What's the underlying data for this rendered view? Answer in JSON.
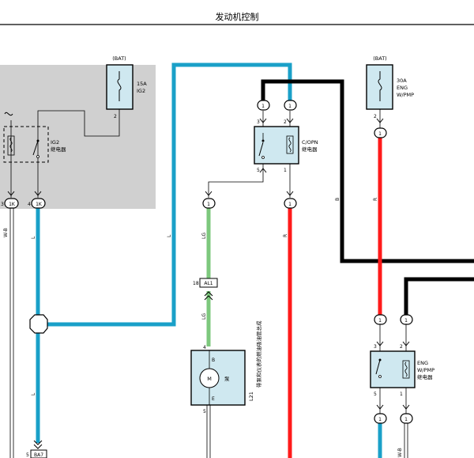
{
  "header": {
    "title": "发动机控制"
  },
  "labels": {
    "bat_left": "(BAT)",
    "bat_right": "(BAT)",
    "fuse_15a_amp": "15A",
    "fuse_15a_name": "IG2",
    "fuse_30a_amp": "30A",
    "fuse_30a_name1": "ENG",
    "fuse_30a_name2": "W/PMP",
    "relay_ig2_name": "IG2",
    "relay_ig2_sub": "继电器",
    "relay_copn_name": "C/OPN",
    "relay_copn_sub": "继电器",
    "relay_eng_name1": "ENG",
    "relay_eng_name2": "W/PMP",
    "relay_eng_sub": "继电器",
    "pump_label": "泵",
    "motor_m": "M",
    "motor_b": "B",
    "motor_e": "E",
    "component_code": "L21",
    "component_desc": "带泵和仪表的燃油吸油管总成",
    "connector_al1": "AL1",
    "connector_ba7": "BA7",
    "connector_1k_a": "1K",
    "connector_1k_b": "1K",
    "pin_2_fuse15": "2",
    "pin_2_fuse30": "2",
    "pin_3_copn": "3",
    "pin_2_copn": "2",
    "pin_5_copn": "5",
    "pin_1_copn": "1",
    "pin_3_left": "3",
    "pin_4_left": "4",
    "pin_18": "18",
    "pin_4_motor": "4",
    "pin_5_motor": "5",
    "pin_3_eng": "3",
    "pin_2_eng": "2",
    "pin_5_eng": "5",
    "pin_1_eng": "1",
    "pin_5_ba7": "5",
    "ct_1": "1",
    "wire_wb_left": "W-B",
    "wire_l_1": "L",
    "wire_l_2": "L",
    "wire_l_3": "L",
    "wire_lg_1": "LG",
    "wire_lg_2": "LG",
    "wire_r_1": "R",
    "wire_r_2": "R",
    "wire_b": "B",
    "wire_wb_right": "W-B"
  },
  "colors": {
    "blue": "#1aa0c8",
    "red": "#ff1a1a",
    "green": "#7dc87d",
    "black": "#000000",
    "box_fill": "#cfe8f0",
    "gray_area": "#d0d0d0"
  }
}
